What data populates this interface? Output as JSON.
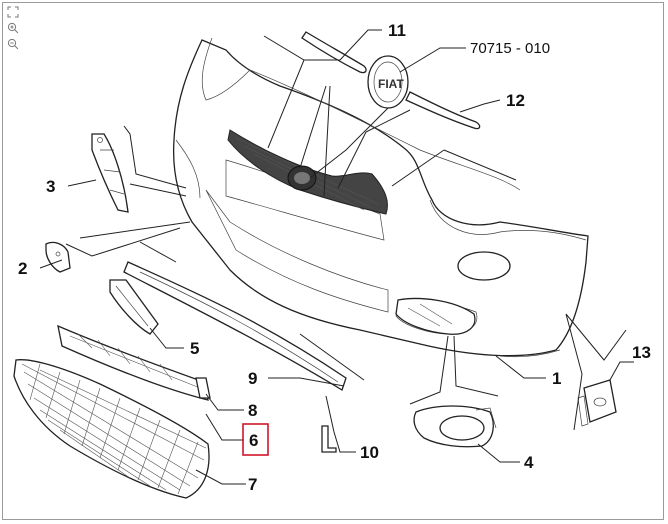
{
  "diagram": {
    "reference_code": "70715 - 010",
    "highlight_color": "#d0162a",
    "highlighted_callout": "6",
    "callouts": [
      {
        "id": "c1",
        "label": "1"
      },
      {
        "id": "c2",
        "label": "2"
      },
      {
        "id": "c3",
        "label": "3"
      },
      {
        "id": "c4",
        "label": "4"
      },
      {
        "id": "c5",
        "label": "5"
      },
      {
        "id": "c6",
        "label": "6"
      },
      {
        "id": "c7",
        "label": "7"
      },
      {
        "id": "c8",
        "label": "8"
      },
      {
        "id": "c9",
        "label": "9"
      },
      {
        "id": "c10",
        "label": "10"
      },
      {
        "id": "c11",
        "label": "11"
      },
      {
        "id": "c12",
        "label": "12"
      },
      {
        "id": "c13",
        "label": "13"
      }
    ]
  },
  "toolbar": {
    "icons": [
      "fit-page-icon",
      "zoom-in-icon",
      "zoom-out-icon"
    ]
  }
}
